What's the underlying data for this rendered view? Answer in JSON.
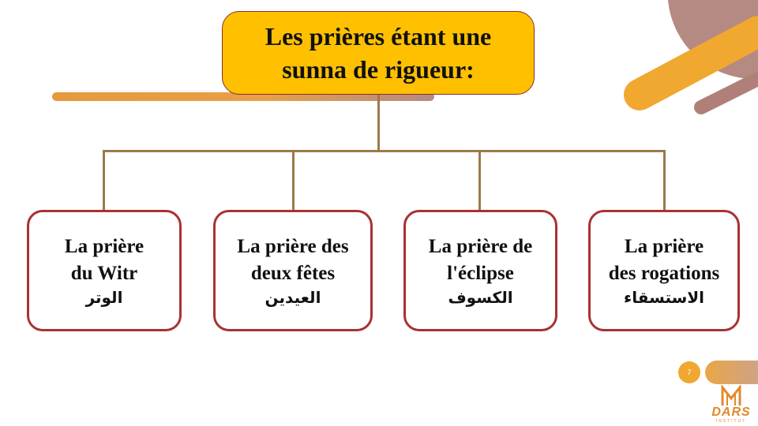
{
  "root": {
    "title": "Les prières étant une sunna de rigueur:"
  },
  "children": [
    {
      "fr": "La prière\ndu Witr",
      "ar": "الوتر"
    },
    {
      "fr": "La prière des\ndeux fêtes",
      "ar": "العيدين"
    },
    {
      "fr": "La prière de\nl'éclipse",
      "ar": "الكسوف"
    },
    {
      "fr": "La prière\ndes rogations",
      "ar": "الاستسقاء"
    }
  ],
  "footer": {
    "page_number": "7",
    "logo_text": "DARS",
    "logo_subtext": "INSTITUT"
  },
  "colors": {
    "root_fill": "#ffc000",
    "box_border": "#a83232",
    "connector": "#9b7a4c",
    "accent_orange": "#f0a830",
    "accent_mauve": "#b38a84"
  }
}
